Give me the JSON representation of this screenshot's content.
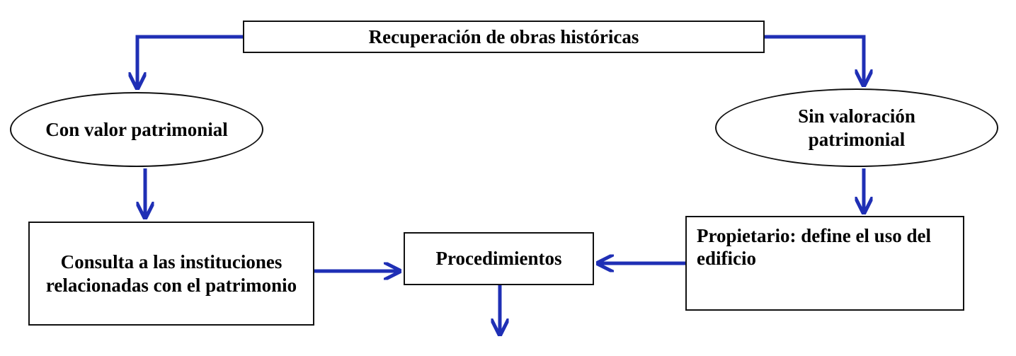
{
  "diagram": {
    "colors": {
      "connector": "#1f2fb5",
      "border": "#111111"
    },
    "nodes": {
      "root": "Recuperación de obras históricas",
      "with_value": "Con valor patrimonial",
      "without_value": "Sin valoración patrimonial",
      "consult": "Consulta a las instituciones relacionadas con el patrimonio",
      "procedures": "Procedimientos",
      "owner": "Propietario: define el uso del edificio"
    }
  }
}
